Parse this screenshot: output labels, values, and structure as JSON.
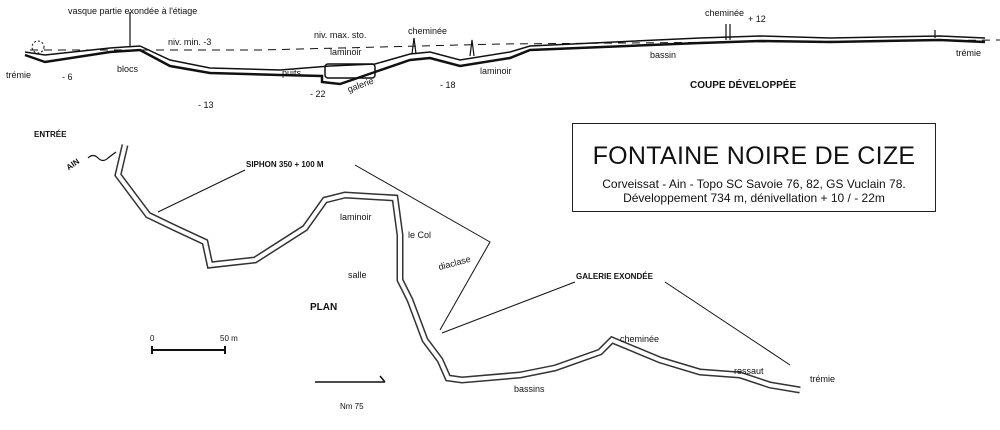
{
  "profile": {
    "title": "COUPE DÉVELOPPÉE",
    "labels": {
      "vasque": "vasque partie exondée à l'étiage",
      "tremie1": "trémie",
      "d6": "- 6",
      "blocs": "blocs",
      "nivmin": "niv. min. -3",
      "d13": "- 13",
      "nivmax": "niv. max. sto.",
      "laminoir1": "laminoir",
      "puits": "puits",
      "d22": "- 22",
      "galerie": "galerie",
      "cheminee1": "cheminée",
      "d18": "- 18",
      "laminoir2": "laminoir",
      "cheminee2": "cheminée",
      "p12": "+ 12",
      "bassin": "bassin",
      "tremie2": "trémie"
    }
  },
  "plan": {
    "title": "PLAN",
    "labels": {
      "entree": "ENTRÉE",
      "ain": "AIN",
      "siphon": "SIPHON 350 + 100 M",
      "laminoir": "laminoir",
      "col": "le Col",
      "salle": "salle",
      "diaclase": "diaclase",
      "galerie": "GALERIE EXONDÉE",
      "cheminee": "cheminée",
      "bassins": "bassins",
      "ressaut": "ressaut",
      "tremie": "trémie",
      "nm": "Nm 75"
    },
    "scale": {
      "zero": "0",
      "fifty": "50 m"
    }
  },
  "titlebox": {
    "title": "FONTAINE NOIRE DE CIZE",
    "line1": "Corveissat - Ain - Topo SC Savoie 76, 82, GS Vuclain 78.",
    "line2": "Développement 734 m, dénivellation  + 10 / - 22m"
  }
}
